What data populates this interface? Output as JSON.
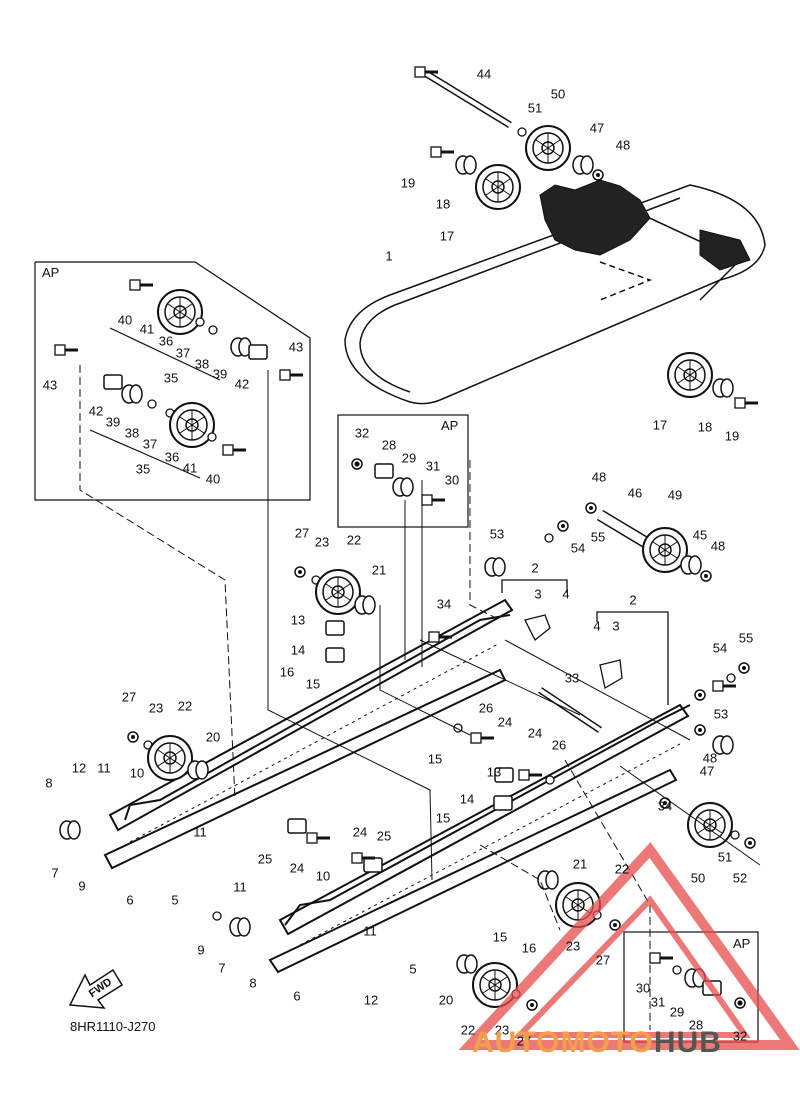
{
  "diagram_code": "8HR1110-J270",
  "fwd_label": "FWD",
  "ap_label": "AP",
  "watermark": {
    "part1": "AUTOMOTO",
    "part2": "HUB",
    "color1": "#f0a04a",
    "color2": "#555555",
    "logo_color": "#e64c4c"
  },
  "callouts": [
    {
      "text": "44"
    },
    {
      "text": "50"
    },
    {
      "text": "51"
    },
    {
      "text": "47"
    },
    {
      "text": "48"
    },
    {
      "text": "19"
    },
    {
      "text": "18"
    },
    {
      "text": "17"
    },
    {
      "text": "1"
    },
    {
      "text": "17"
    },
    {
      "text": "18"
    },
    {
      "text": "19"
    },
    {
      "text": "40"
    },
    {
      "text": "41"
    },
    {
      "text": "36"
    },
    {
      "text": "37"
    },
    {
      "text": "38"
    },
    {
      "text": "39"
    },
    {
      "text": "35"
    },
    {
      "text": "42"
    },
    {
      "text": "43"
    },
    {
      "text": "43"
    },
    {
      "text": "42"
    },
    {
      "text": "39"
    },
    {
      "text": "38"
    },
    {
      "text": "37"
    },
    {
      "text": "36"
    },
    {
      "text": "35"
    },
    {
      "text": "41"
    },
    {
      "text": "40"
    },
    {
      "text": "32"
    },
    {
      "text": "28"
    },
    {
      "text": "29"
    },
    {
      "text": "31"
    },
    {
      "text": "30"
    },
    {
      "text": "48"
    },
    {
      "text": "46"
    },
    {
      "text": "49"
    },
    {
      "text": "53"
    },
    {
      "text": "55"
    },
    {
      "text": "54"
    },
    {
      "text": "45"
    },
    {
      "text": "48"
    },
    {
      "text": "27"
    },
    {
      "text": "23"
    },
    {
      "text": "22"
    },
    {
      "text": "21"
    },
    {
      "text": "13"
    },
    {
      "text": "14"
    },
    {
      "text": "16"
    },
    {
      "text": "15"
    },
    {
      "text": "34"
    },
    {
      "text": "2"
    },
    {
      "text": "3"
    },
    {
      "text": "4"
    },
    {
      "text": "2"
    },
    {
      "text": "4"
    },
    {
      "text": "3"
    },
    {
      "text": "55"
    },
    {
      "text": "54"
    },
    {
      "text": "53"
    },
    {
      "text": "33"
    },
    {
      "text": "27"
    },
    {
      "text": "23"
    },
    {
      "text": "22"
    },
    {
      "text": "20"
    },
    {
      "text": "12"
    },
    {
      "text": "11"
    },
    {
      "text": "10"
    },
    {
      "text": "8"
    },
    {
      "text": "26"
    },
    {
      "text": "24"
    },
    {
      "text": "24"
    },
    {
      "text": "26"
    },
    {
      "text": "15"
    },
    {
      "text": "13"
    },
    {
      "text": "14"
    },
    {
      "text": "15"
    },
    {
      "text": "48"
    },
    {
      "text": "47"
    },
    {
      "text": "34"
    },
    {
      "text": "51"
    },
    {
      "text": "50"
    },
    {
      "text": "52"
    },
    {
      "text": "11"
    },
    {
      "text": "7"
    },
    {
      "text": "9"
    },
    {
      "text": "6"
    },
    {
      "text": "5"
    },
    {
      "text": "25"
    },
    {
      "text": "24"
    },
    {
      "text": "24"
    },
    {
      "text": "25"
    },
    {
      "text": "11"
    },
    {
      "text": "10"
    },
    {
      "text": "11"
    },
    {
      "text": "5"
    },
    {
      "text": "12"
    },
    {
      "text": "9"
    },
    {
      "text": "7"
    },
    {
      "text": "8"
    },
    {
      "text": "6"
    },
    {
      "text": "21"
    },
    {
      "text": "22"
    },
    {
      "text": "15"
    },
    {
      "text": "16"
    },
    {
      "text": "23"
    },
    {
      "text": "27"
    },
    {
      "text": "20"
    },
    {
      "text": "22"
    },
    {
      "text": "23"
    },
    {
      "text": "27"
    },
    {
      "text": "30"
    },
    {
      "text": "31"
    },
    {
      "text": "29"
    },
    {
      "text": "28"
    },
    {
      "text": "32"
    }
  ]
}
